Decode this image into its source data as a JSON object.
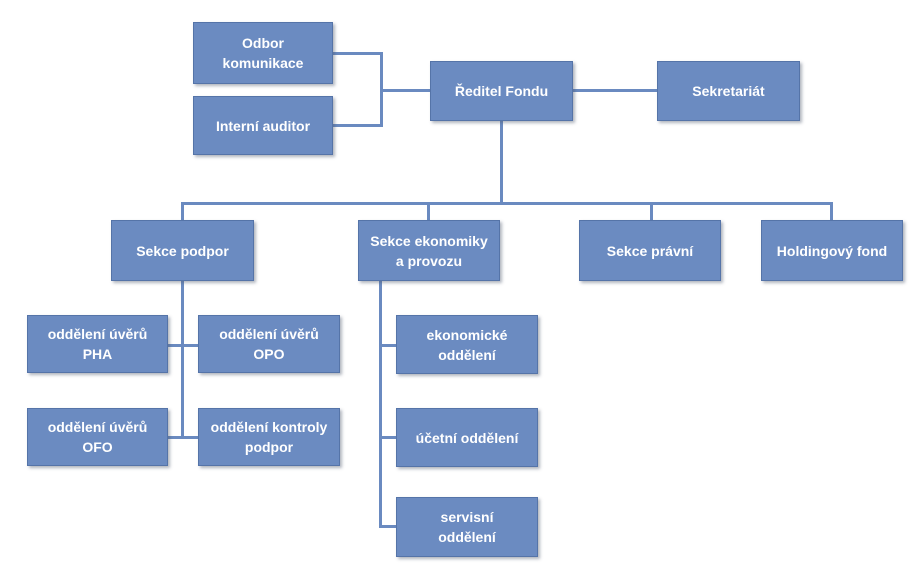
{
  "title": "",
  "colors": {
    "box_fill": "#6b8bc1",
    "box_border": "#5574a8",
    "connector": "#6a8ac0",
    "text": "#ffffff"
  },
  "units": {
    "odbor_komunikace": "Odbor\nkomunikace",
    "interni_auditor": "Interní auditor",
    "reditel_fondu": "Ředitel Fondu",
    "sekretariat": "Sekretariát",
    "sekce_podpor": "Sekce podpor",
    "sekce_ekonomiky": "Sekce ekonomiky\na provozu",
    "sekce_pravni": "Sekce právní",
    "holdingovy_fond": "Holdingový fond",
    "oddeleni_uveru_pha": "oddělení úvěrů\nPHA",
    "oddeleni_uveru_opo": "oddělení úvěrů\nOPO",
    "oddeleni_uveru_ofo": "oddělení úvěrů\nOFO",
    "oddeleni_kontroly_podpor": "oddělení kontroly\npodpor",
    "ekonomicke_oddeleni": "ekonomické\noddělení",
    "ucetni_oddeleni": "účetní oddělení",
    "servisni_oddeleni": "servisní\noddělení"
  }
}
